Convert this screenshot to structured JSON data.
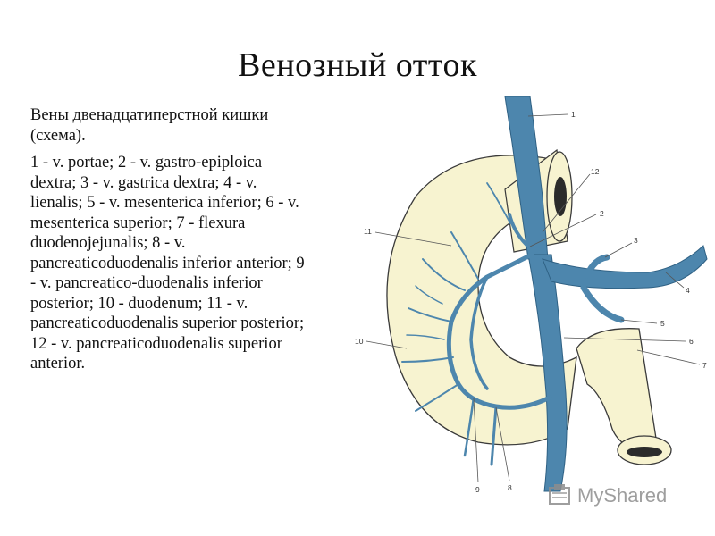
{
  "title": "Венозный отток",
  "caption": {
    "heading": "Вены двенадцатиперстной кишки (схема).",
    "legend": "1 - v. portae; 2 - v. gastro-epiploica dextra; 3 - v. gastrica dextra; 4 - v. lienalis; 5 - v. mesenterica inferior; 6 - v. mesenterica superior; 7 - flexura duodenojejunalis; 8 - v. pancreaticoduodenalis inferior anterior; 9 - v. pancreatico-duodenalis inferior posterior; 10 - duodenum; 11 - v. pancreaticoduodenalis superior posterior; 12 - v. pancreaticoduodenalis superior anterior."
  },
  "diagram": {
    "labels": {
      "l1": "1",
      "l2": "2",
      "l3": "3",
      "l4": "4",
      "l5": "5",
      "l6": "6",
      "l7": "7",
      "l8": "8",
      "l9": "9",
      "l10": "10",
      "l11": "11",
      "l12": "12"
    },
    "colors": {
      "vein": "#4d86ad",
      "vein_dark": "#2f6184",
      "duodenum": "#f7f3d0",
      "duodenum_edge": "#3a3a3a"
    }
  },
  "watermark": "MyShared"
}
